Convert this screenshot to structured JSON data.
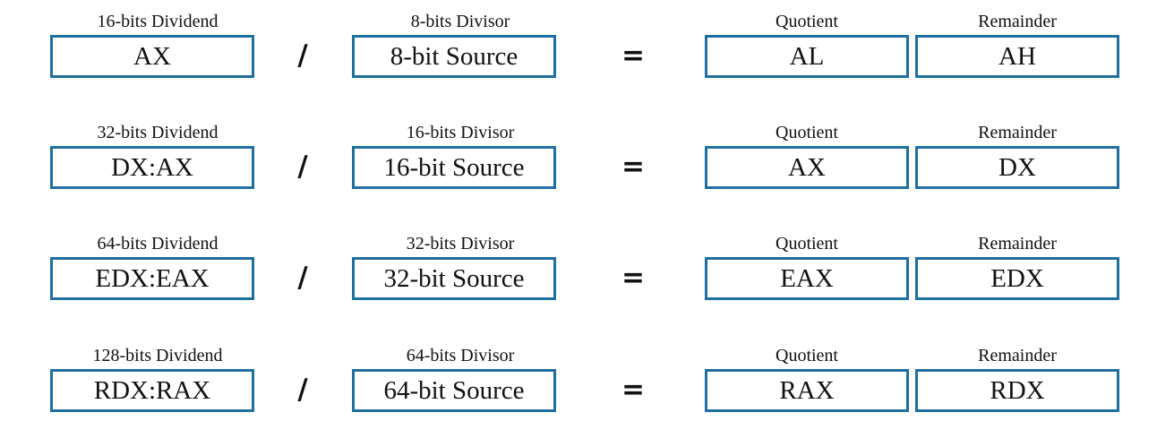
{
  "operators": {
    "divide": "/",
    "equals": "="
  },
  "colors": {
    "box_border": "#1f6f9f",
    "text": "#111111",
    "background": "#ffffff"
  },
  "rows": [
    {
      "dividend_label": "16-bits Dividend",
      "dividend": "AX",
      "divisor_label": "8-bits Divisor",
      "divisor": "8-bit Source",
      "quotient_label": "Quotient",
      "quotient": "AL",
      "remainder_label": "Remainder",
      "remainder": "AH"
    },
    {
      "dividend_label": "32-bits Dividend",
      "dividend": "DX:AX",
      "divisor_label": "16-bits Divisor",
      "divisor": "16-bit Source",
      "quotient_label": "Quotient",
      "quotient": "AX",
      "remainder_label": "Remainder",
      "remainder": "DX"
    },
    {
      "dividend_label": "64-bits Dividend",
      "dividend": "EDX:EAX",
      "divisor_label": "32-bits Divisor",
      "divisor": "32-bit Source",
      "quotient_label": "Quotient",
      "quotient": "EAX",
      "remainder_label": "Remainder",
      "remainder": "EDX"
    },
    {
      "dividend_label": "128-bits Dividend",
      "dividend": "RDX:RAX",
      "divisor_label": "64-bits Divisor",
      "divisor": "64-bit Source",
      "quotient_label": "Quotient",
      "quotient": "RAX",
      "remainder_label": "Remainder",
      "remainder": "RDX"
    }
  ]
}
